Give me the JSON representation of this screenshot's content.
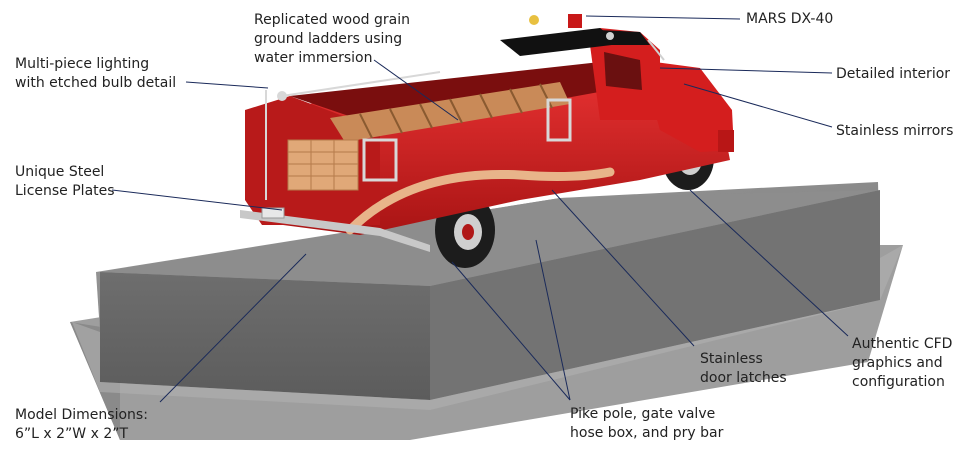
{
  "callouts": {
    "multi_piece_lighting": [
      "Multi-piece lighting",
      "with etched bulb detail"
    ],
    "wood_ladders": [
      "Replicated wood grain",
      "ground ladders using",
      "water immersion"
    ],
    "mars": [
      "MARS DX-40"
    ],
    "detailed_interior": [
      "Detailed interior"
    ],
    "stainless_mirrors": [
      "Stainless mirrors"
    ],
    "license_plates": [
      "Unique Steel",
      "License Plates"
    ],
    "cfd_graphics": [
      "Authentic CFD",
      "graphics and",
      "configuration"
    ],
    "door_latches": [
      "Stainless",
      "door latches"
    ],
    "pike_pole": [
      "Pike pole, gate valve",
      "hose box, and pry bar"
    ],
    "dimensions": [
      "Model Dimensions:",
      "6”L x 2”W x 2”T"
    ]
  },
  "colors": {
    "truck_red": "#d41e1e",
    "truck_dark_red": "#8e1010",
    "cab_black": "#111111",
    "wood": "#c98a58",
    "base_gray": "#8a8a8a",
    "base_dark": "#6a6a6a",
    "chrome": "#d9d9d9",
    "leader_line": "#1a2a5a"
  }
}
